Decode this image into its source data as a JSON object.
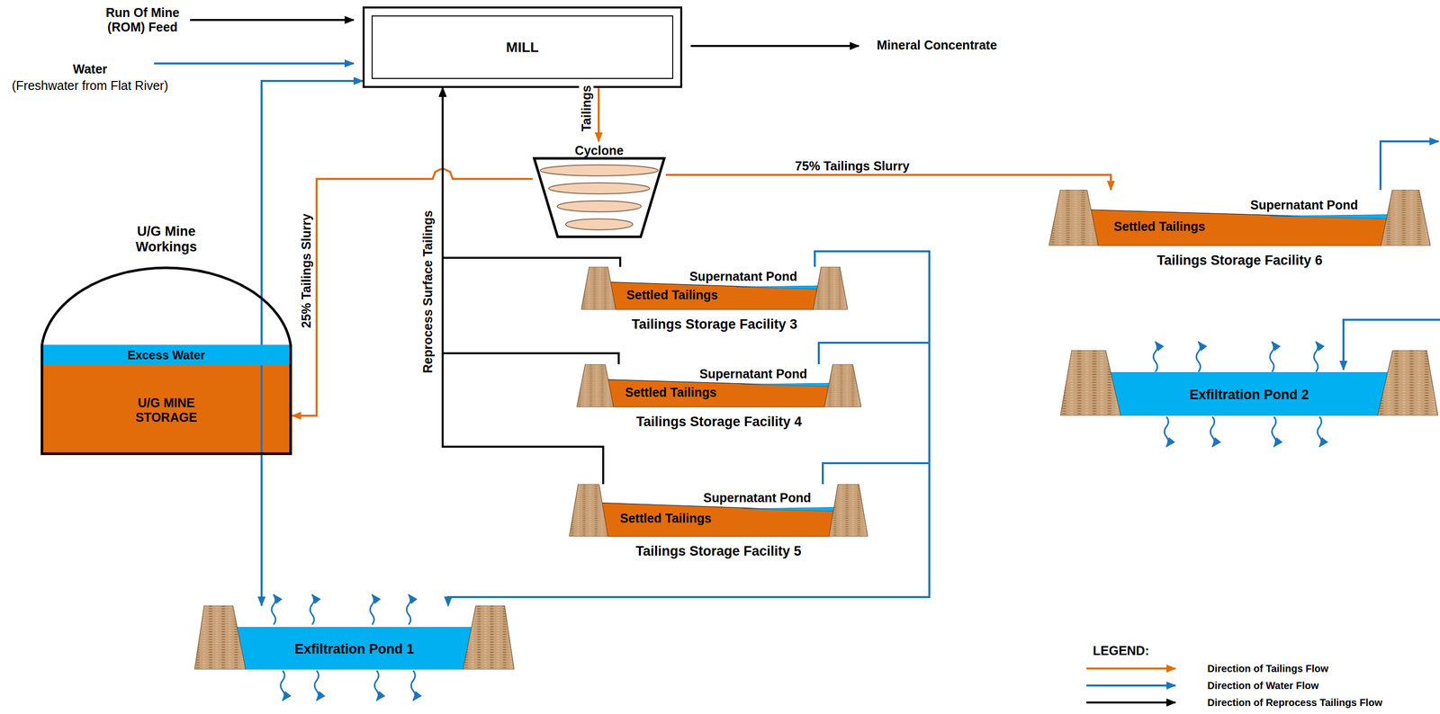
{
  "diagram": {
    "nodes": [
      {
        "text": [
          "MILL"
        ]
      },
      {
        "text": [
          "Cyclone"
        ]
      },
      {
        "text": [
          "Supernatant Pond",
          "Settled Tailings",
          "Tailings Storage Facility 6"
        ]
      },
      {
        "text": [
          "U/G Mine Workings"
        ]
      },
      {
        "text": [
          "Excess Water"
        ],
        "in": 3
      },
      {
        "text": [
          "U/G MINE STORAGE"
        ],
        "in": 3
      },
      {
        "text": [
          "Supernatant Pond",
          "Settled Tailings",
          "Tailings Storage Facility 3"
        ]
      },
      {
        "text": [
          "Exfiltration Pond 2"
        ]
      },
      {
        "text": [
          "Supernatant Pond",
          "Settled Tailings",
          "Tailings Storage Facility 4"
        ]
      },
      {
        "text": [
          "Supernatant Pond",
          "Settled Tailings",
          "Tailings Storage Facility 5"
        ]
      },
      {
        "text": [
          "Exfiltration Pond 1"
        ]
      }
    ],
    "edges": [
      {
        "from": 0,
        "to": 1,
        "label": "Tailings",
        "arrow": "to"
      },
      {
        "from": 1,
        "to": 2,
        "label": "75% Tailings Slurry",
        "arrow": "to"
      },
      {
        "from": 1,
        "to": 5,
        "label": "25% Tailings Slurry",
        "arrow": "to"
      },
      {
        "from": 6,
        "to": 0,
        "label": "Reprocess Surface Tailings",
        "arrow": "to"
      },
      {
        "from": 8,
        "to": 0,
        "arrow": "to"
      },
      {
        "from": 9,
        "to": 0,
        "arrow": "to"
      },
      {
        "from": 6,
        "to": 10,
        "arrow": "to"
      },
      {
        "from": 8,
        "to": 10,
        "arrow": "to"
      },
      {
        "from": 9,
        "to": 10,
        "arrow": "to"
      },
      {
        "from": 4,
        "to": 0,
        "arrow": "to"
      },
      {
        "from": 4,
        "to": 10,
        "arrow": "to"
      }
    ],
    "labels": [
      "Run Of Mine (ROM) Feed",
      "Water",
      "(Freshwater from Flat River)",
      "Mineral Concentrate",
      "LEGEND:"
    ],
    "legend": [
      {
        "text": "Direction of Tailings Flow"
      },
      {
        "text": "Direction of Water Flow"
      },
      {
        "text": "Direction of Reprocess Tailings Flow"
      }
    ]
  }
}
